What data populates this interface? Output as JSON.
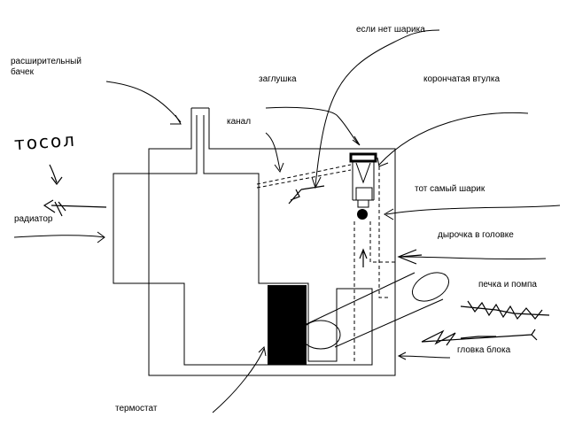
{
  "labels": {
    "expansion_tank_1": "расширительный",
    "expansion_tank_2": "бачек",
    "plug": "заглушка",
    "no_ball": "если нет шарика",
    "crown_bushing": "корончатая втулка",
    "channel": "канал",
    "the_ball": "тот самый шарик",
    "radiator": "радиатор",
    "head_hole": "дырочка в головке",
    "heater_pump": "печка и помпа",
    "block_head": "гловка блока",
    "thermostat": "термостат"
  },
  "handwritten": {
    "tosol": "тосол"
  },
  "colors": {
    "ink": "#000000",
    "background": "#ffffff"
  }
}
